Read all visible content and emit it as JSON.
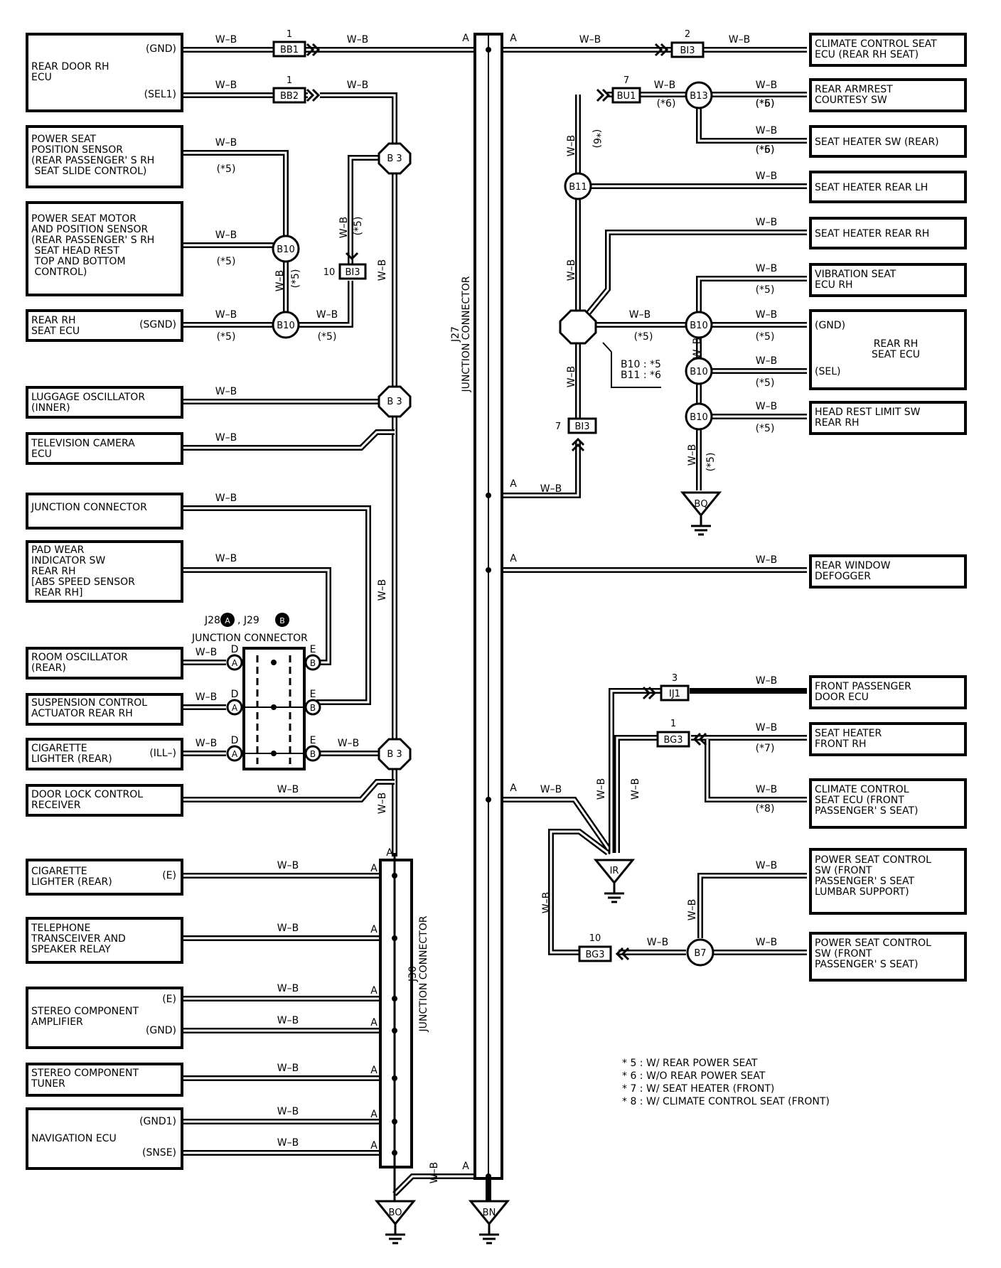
{
  "wire_color": "W–B",
  "opt_5": "(*5)",
  "opt_6": "(*6)",
  "opt_7": "(*7)",
  "opt_8": "(*8)",
  "pin_a": "A",
  "pin_d": "D",
  "pin_e": "E",
  "components": {
    "rear_door_ecu": "REAR DOOR RH\nECU",
    "rear_door_gnd": "(GND)",
    "rear_door_sel1": "(SEL1)",
    "pos_sensor": "POWER SEAT\nPOSITION SENSOR\n(REAR PASSENGER' S RH\n SEAT SLIDE CONTROL)",
    "seat_motor": "POWER SEAT MOTOR\nAND POSITION SENSOR\n(REAR PASSENGER' S RH\n SEAT HEAD REST\n TOP AND BOTTOM\n CONTROL)",
    "rear_rh_seat_ecu_l": "REAR RH\nSEAT ECU",
    "sgnd": "(SGND)",
    "luggage_osc": "LUGGAGE OSCILLATOR\n(INNER)",
    "tv_camera": "TELEVISION CAMERA\nECU",
    "junction_conn": "JUNCTION CONNECTOR",
    "pad_wear": "PAD WEAR\nINDICATOR SW\nREAR RH\n[ABS SPEED SENSOR\n REAR RH]",
    "room_osc": "ROOM OSCILLATOR\n(REAR)",
    "suspension": "SUSPENSION CONTROL\nACTUATOR REAR RH",
    "cig_lighter_ill": "CIGARETTE\nLIGHTER (REAR)",
    "ill": "(ILL–)",
    "door_lock": "DOOR LOCK CONTROL\nRECEIVER",
    "cig_lighter_e": "CIGARETTE\nLIGHTER (REAR)",
    "e": "(E)",
    "telephone": "TELEPHONE\nTRANSCEIVER AND\nSPEAKER RELAY",
    "stereo_amp": "STEREO COMPONENT\nAMPLIFIER",
    "stereo_e": "(E)",
    "stereo_gnd": "(GND)",
    "stereo_tuner": "STEREO COMPONENT\nTUNER",
    "nav_ecu": "NAVIGATION ECU",
    "gnd1": "(GND1)",
    "snse": "(SNSE)",
    "climate_rear": "CLIMATE CONTROL SEAT\nECU (REAR RH SEAT)",
    "armrest": "REAR ARMREST\nCOURTESY SW",
    "heater_sw_rear": "SEAT HEATER SW (REAR)",
    "heater_rear_lh": "SEAT HEATER REAR LH",
    "heater_rear_rh": "SEAT HEATER REAR RH",
    "vibration": "VIBRATION SEAT\nECU RH",
    "rear_rh_seat_ecu_r": "REAR RH\nSEAT ECU",
    "gnd_r": "(GND)",
    "sel_r": "(SEL)",
    "head_rest": "HEAD REST LIMIT SW\nREAR RH",
    "defogger": "REAR WINDOW\nDEFOGGER",
    "front_pass_door": "FRONT PASSENGER\nDOOR ECU",
    "heater_front": "SEAT HEATER\nFRONT RH",
    "climate_front": "CLIMATE CONTROL\nSEAT ECU (FRONT\nPASSENGER' S SEAT)",
    "lumbar": "POWER SEAT CONTROL\nSW (FRONT\nPASSENGER' S SEAT\nLUMBAR SUPPORT)",
    "ps_control": "POWER SEAT CONTROL\nSW (FRONT\nPASSENGER' S SEAT)"
  },
  "connectors": {
    "bb1": "BB1",
    "bb1_pin": "1",
    "bb2": "BB2",
    "bb2_pin": "1",
    "bi3_top": "BI3",
    "bi3_top_pin": "2",
    "bu1": "BU1",
    "bu1_pin": "7",
    "bi3_mid": "BI3",
    "bi3_mid_pin": "10",
    "bi3_low": "BI3",
    "bi3_low_pin": "7",
    "ij1": "IJ1",
    "ij1_pin": "3",
    "bg3_a": "BG3",
    "bg3_a_pin": "1",
    "bg3_b": "BG3",
    "bg3_b_pin": "10"
  },
  "nodes": {
    "b3": "B 3",
    "b10": "B10",
    "b11": "B11",
    "b13": "B13",
    "b7": "B7"
  },
  "grounds": {
    "bq": "BQ",
    "ir": "IR",
    "bo": "BO",
    "bn": "BN"
  },
  "junctions": {
    "j27": "J27\nJUNCTION CONNECTOR",
    "j30": "J30\nJUNCTION CONNECTOR",
    "j28_j29": "J28",
    "j28_tail": ",  J29",
    "j28_title": "JUNCTION CONNECTOR",
    "circle_a": "A",
    "circle_b": "B",
    "split_note": "B10 : *5\nB11 : *6"
  },
  "notes": [
    "* 5 : W/ REAR POWER SEAT",
    "* 6 : W/O REAR POWER SEAT",
    "* 7 : W/ SEAT HEATER (FRONT)",
    "* 8 : W/ CLIMATE CONTROL SEAT (FRONT)"
  ]
}
